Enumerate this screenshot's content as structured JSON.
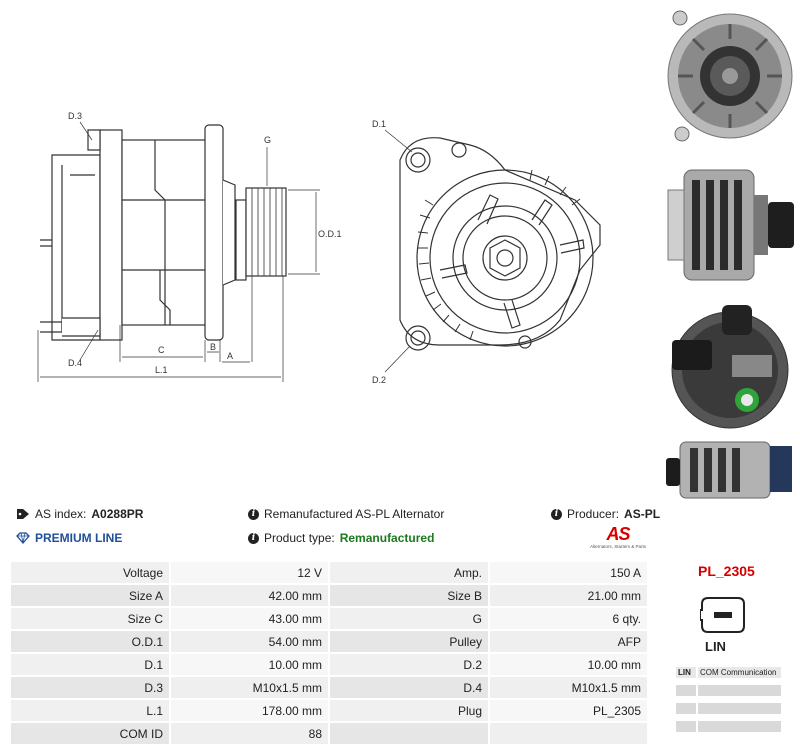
{
  "drawing_labels": {
    "d3": "D.3",
    "d4": "D.4",
    "g": "G",
    "od1": "O.D.1",
    "c": "C",
    "b": "B",
    "a": "A",
    "l1": "L.1",
    "d1": "D.1",
    "d2": "D.2"
  },
  "info": {
    "as_index_label": "AS index:",
    "as_index_value": "A0288PR",
    "premium_line": "PREMIUM LINE",
    "description": "Remanufactured AS-PL Alternator",
    "product_type_label": "Product type:",
    "product_type_value": "Remanufactured",
    "producer_label": "Producer:",
    "producer_value": "AS-PL"
  },
  "logo": {
    "mark": "AS",
    "tagline": "Alternators, Starters & Parts"
  },
  "specs": [
    {
      "label1": "Voltage",
      "value1": "12 V",
      "label2": "Amp.",
      "value2": "150 A"
    },
    {
      "label1": "Size A",
      "value1": "42.00 mm",
      "label2": "Size B",
      "value2": "21.00 mm"
    },
    {
      "label1": "Size C",
      "value1": "43.00 mm",
      "label2": "G",
      "value2": "6 qty."
    },
    {
      "label1": "O.D.1",
      "value1": "54.00 mm",
      "label2": "Pulley",
      "value2": "AFP"
    },
    {
      "label1": "D.1",
      "value1": "10.00 mm",
      "label2": "D.2",
      "value2": "10.00 mm"
    },
    {
      "label1": "D.3",
      "value1": "M10x1.5 mm",
      "label2": "D.4",
      "value2": "M10x1.5 mm"
    },
    {
      "label1": "L.1",
      "value1": "178.00 mm",
      "label2": "Plug",
      "value2": "PL_2305"
    },
    {
      "label1": "COM ID",
      "value1": "88",
      "label2": "",
      "value2": ""
    }
  ],
  "plug": {
    "code": "PL_2305",
    "name": "LIN",
    "comm_pin": "LIN",
    "comm_desc": "COM Communication"
  },
  "colors": {
    "accent_red": "#d40000",
    "premium_blue": "#1f4f9a",
    "remanufactured_green": "#1c7a1c"
  }
}
